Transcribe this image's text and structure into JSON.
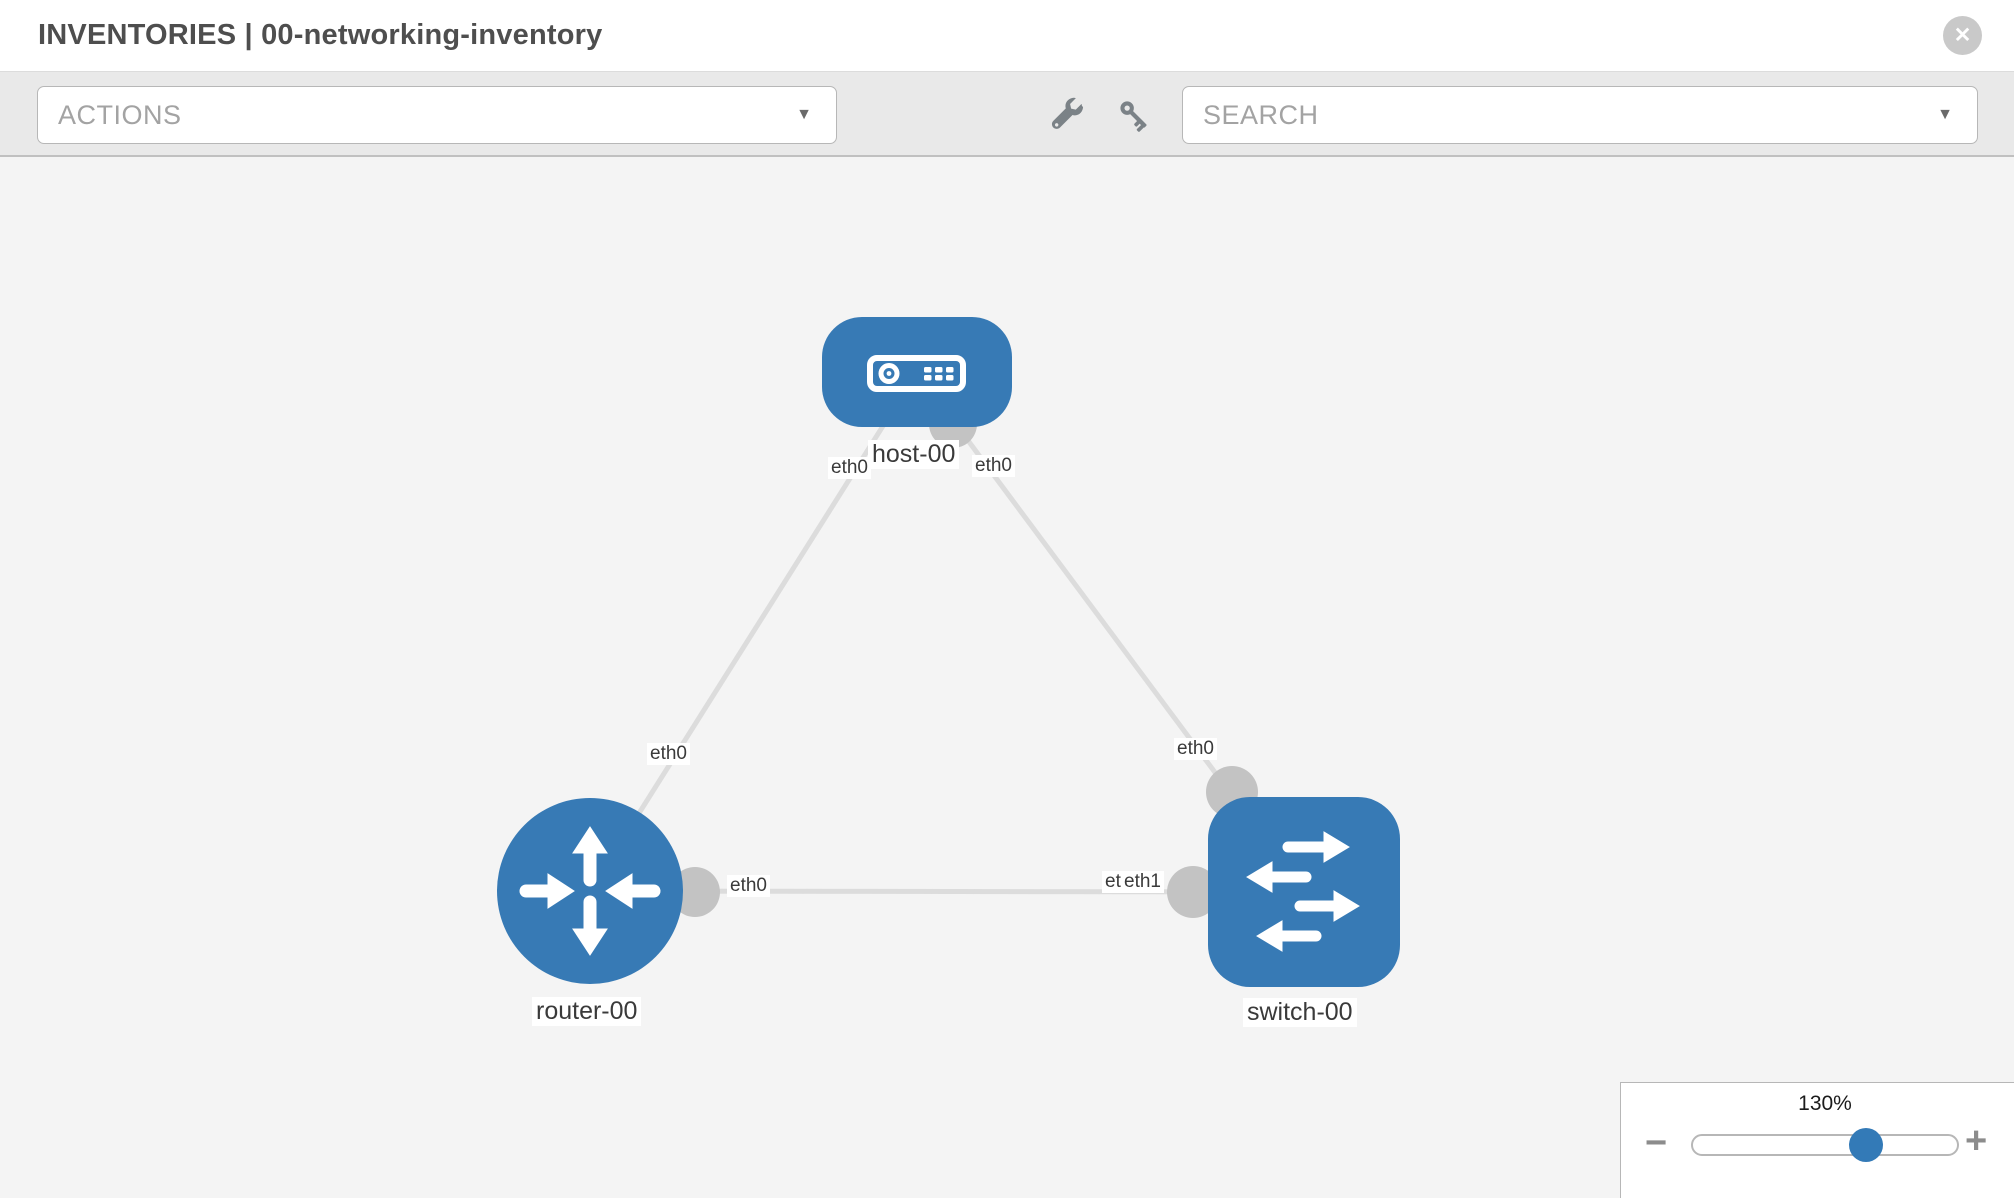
{
  "header": {
    "title": "INVENTORIES | 00-networking-inventory",
    "close_glyph": "✕"
  },
  "toolbar": {
    "actions_label": "ACTIONS",
    "search_label": "SEARCH",
    "caret_glyph": "▼",
    "icons": [
      "wrench-icon",
      "key-icon"
    ]
  },
  "topology": {
    "nodes": [
      {
        "id": "host-00",
        "type": "host",
        "label": "host-00"
      },
      {
        "id": "router-00",
        "type": "router",
        "label": "router-00"
      },
      {
        "id": "switch-00",
        "type": "switch",
        "label": "switch-00"
      }
    ],
    "links": [
      {
        "source": "host-00",
        "source_interface": "eth0",
        "target": "router-00",
        "target_interface": "eth0"
      },
      {
        "source": "host-00",
        "source_interface": "eth0",
        "target": "switch-00",
        "target_interface": "eth0"
      },
      {
        "source": "router-00",
        "source_interface": "eth0",
        "target": "switch-00",
        "target_interface": "eth1"
      }
    ],
    "overlapped_label": {
      "under": "eth0",
      "over": "eth1"
    }
  },
  "zoom_control": {
    "level": "130%",
    "minus_glyph": "−",
    "plus_glyph": "+"
  },
  "colors": {
    "node_blue": "#377ab5",
    "slider_thumb_blue": "#337ab7",
    "link_gray": "#dcdcdc",
    "connector_gray": "#c3c3c3",
    "toolbar_bg": "#e9e9e9",
    "canvas_bg": "#f4f4f4"
  }
}
